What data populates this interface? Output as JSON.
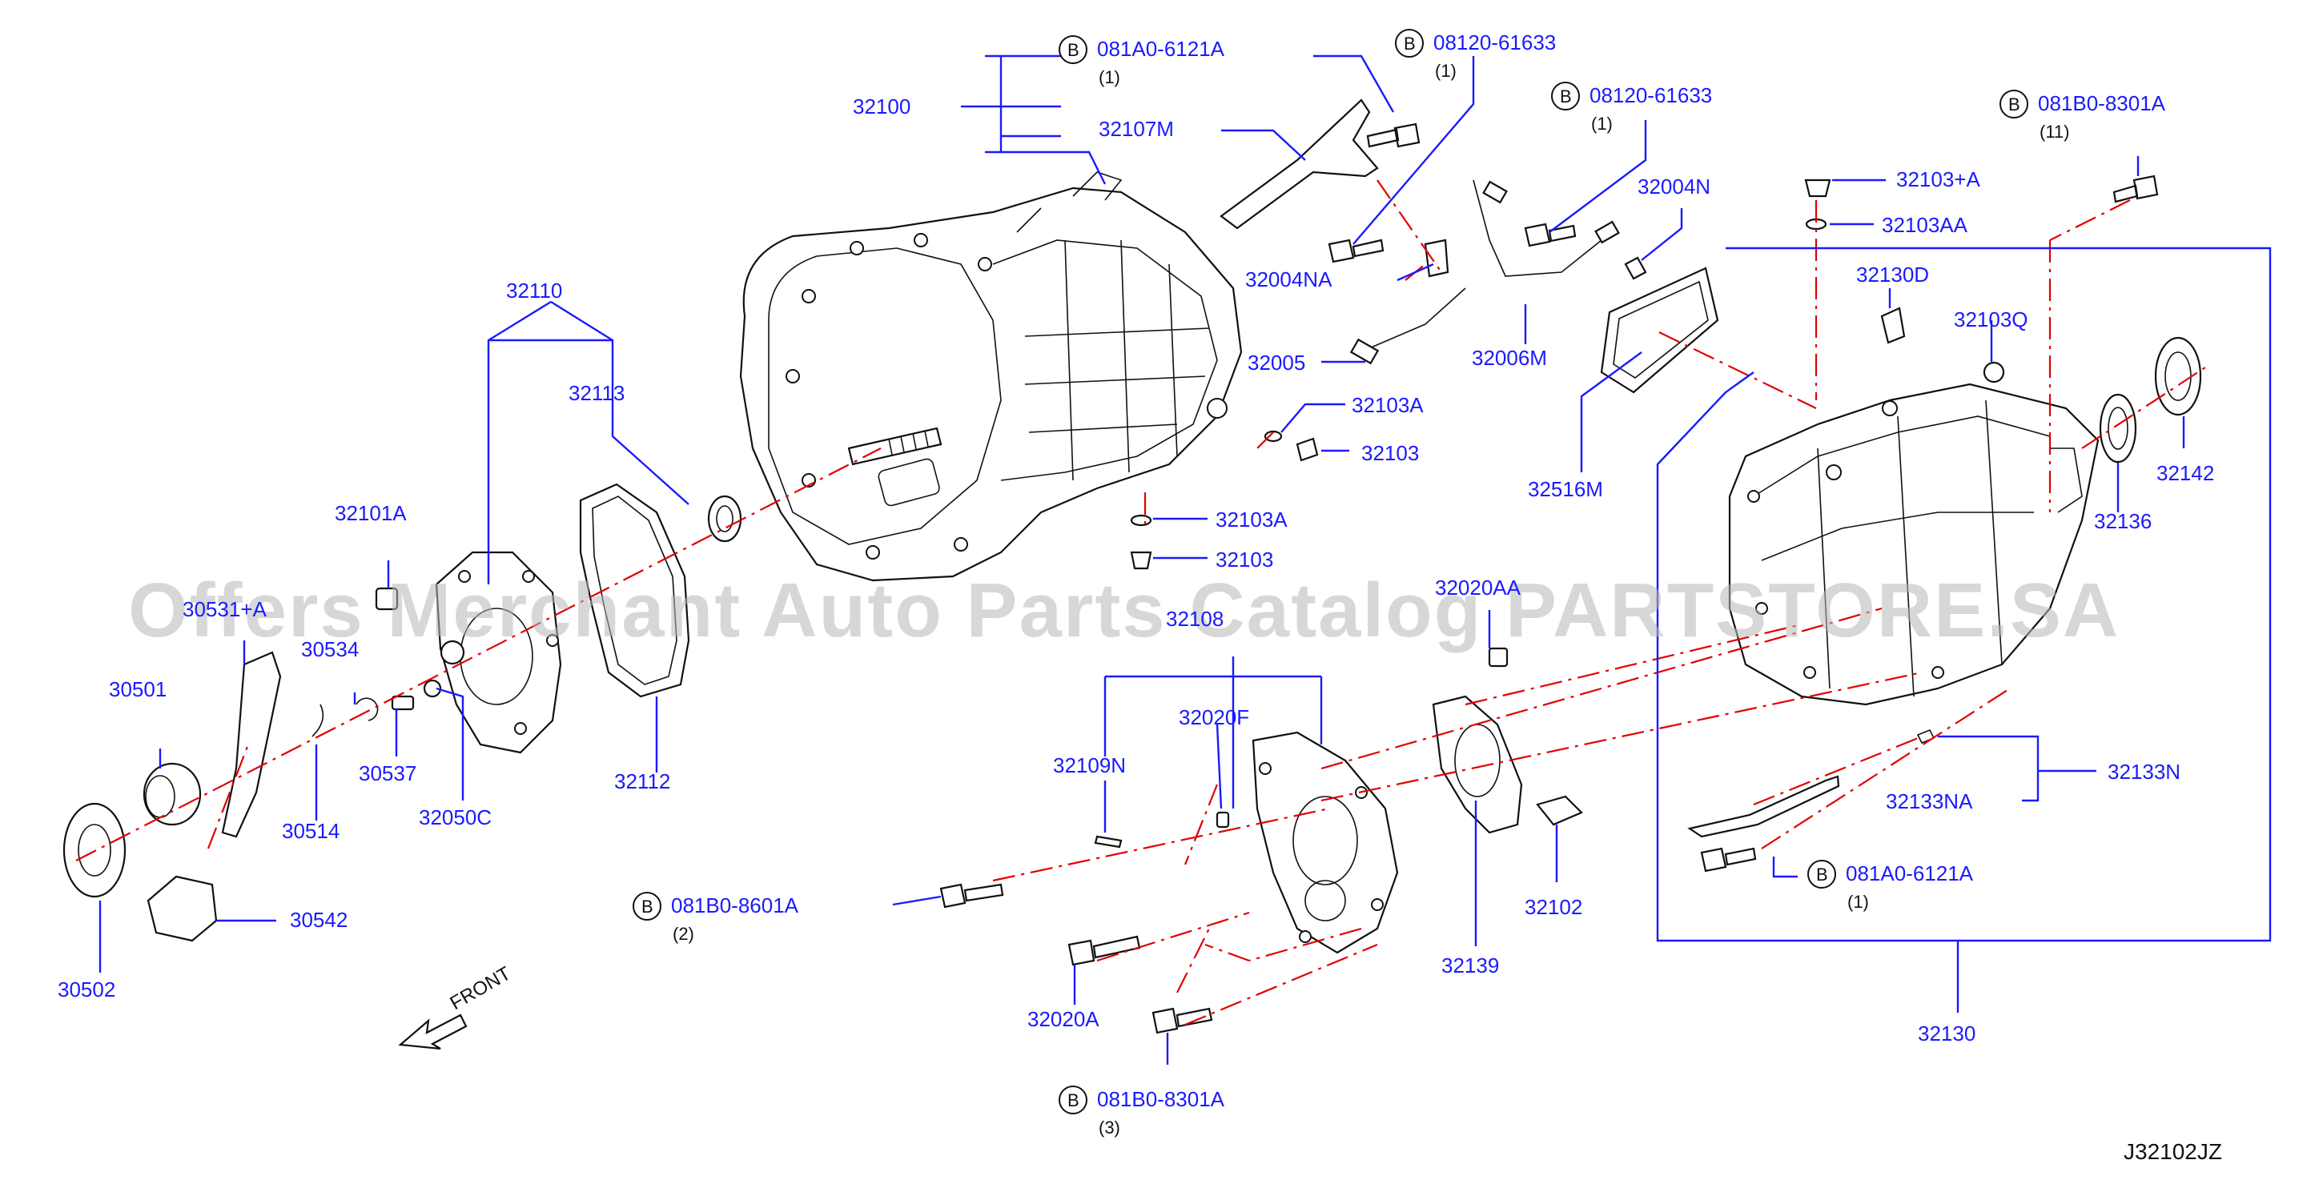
{
  "diagram": {
    "reference_code": "J32102JZ",
    "watermark": "Offers Merchant Auto Parts Catalog PARTSTORE.SA",
    "direction_label": "FRONT",
    "bolt_symbol": "B",
    "parts": [
      {
        "id": "p32100",
        "label": "32100"
      },
      {
        "id": "p32107M",
        "label": "32107M"
      },
      {
        "id": "p32110",
        "label": "32110"
      },
      {
        "id": "p32113",
        "label": "32113"
      },
      {
        "id": "p32101A",
        "label": "32101A"
      },
      {
        "id": "p30531",
        "label": "30531+A"
      },
      {
        "id": "p30534",
        "label": "30534"
      },
      {
        "id": "p30501",
        "label": "30501"
      },
      {
        "id": "p30537",
        "label": "30537"
      },
      {
        "id": "p30514",
        "label": "30514"
      },
      {
        "id": "p32050C",
        "label": "32050C"
      },
      {
        "id": "p32112",
        "label": "32112"
      },
      {
        "id": "p30542",
        "label": "30542"
      },
      {
        "id": "p30502",
        "label": "30502"
      },
      {
        "id": "p32004NA",
        "label": "32004NA"
      },
      {
        "id": "p32005",
        "label": "32005"
      },
      {
        "id": "p32006M",
        "label": "32006M"
      },
      {
        "id": "p32004N",
        "label": "32004N"
      },
      {
        "id": "p32103A_1",
        "label": "32103A"
      },
      {
        "id": "p32103_1",
        "label": "32103"
      },
      {
        "id": "p32103A_2",
        "label": "32103A"
      },
      {
        "id": "p32103_2",
        "label": "32103"
      },
      {
        "id": "p32516M",
        "label": "32516M"
      },
      {
        "id": "p32103pA",
        "label": "32103+A"
      },
      {
        "id": "p32103AA",
        "label": "32103AA"
      },
      {
        "id": "p32130D",
        "label": "32130D"
      },
      {
        "id": "p32103Q",
        "label": "32103Q"
      },
      {
        "id": "p32142",
        "label": "32142"
      },
      {
        "id": "p32136",
        "label": "32136"
      },
      {
        "id": "p32020AA",
        "label": "32020AA"
      },
      {
        "id": "p32108",
        "label": "32108"
      },
      {
        "id": "p32020F",
        "label": "32020F"
      },
      {
        "id": "p32109N",
        "label": "32109N"
      },
      {
        "id": "p32139",
        "label": "32139"
      },
      {
        "id": "p32102",
        "label": "32102"
      },
      {
        "id": "p32133N",
        "label": "32133N"
      },
      {
        "id": "p32133NA",
        "label": "32133NA"
      },
      {
        "id": "p32020A",
        "label": "32020A"
      },
      {
        "id": "p32130",
        "label": "32130"
      }
    ],
    "bolts": [
      {
        "id": "b1",
        "code": "081A0-6121A",
        "qty": "(1)"
      },
      {
        "id": "b2",
        "code": "08120-61633",
        "qty": "(1)"
      },
      {
        "id": "b3",
        "code": "08120-61633",
        "qty": "(1)"
      },
      {
        "id": "b4",
        "code": "081B0-8301A",
        "qty": "(11)"
      },
      {
        "id": "b5",
        "code": "081B0-8601A",
        "qty": "(2)"
      },
      {
        "id": "b6",
        "code": "081A0-6121A",
        "qty": "(1)"
      },
      {
        "id": "b7",
        "code": "081B0-8301A",
        "qty": "(3)"
      }
    ]
  }
}
